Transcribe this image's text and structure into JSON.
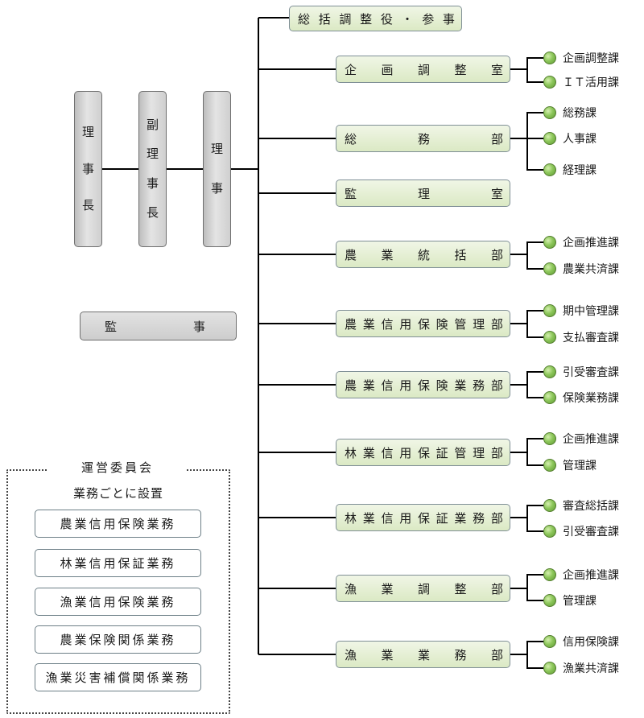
{
  "executives": {
    "chair": [
      "理",
      "事",
      "長"
    ],
    "vice_chair": [
      "副",
      "理",
      "事",
      "長"
    ],
    "director": [
      "理",
      "事"
    ]
  },
  "auditor": [
    "監",
    "事"
  ],
  "departments": [
    {
      "label": [
        "総",
        "括",
        "調",
        "整",
        "役",
        "・",
        "参",
        "事"
      ],
      "sections": []
    },
    {
      "label": [
        "企",
        "画",
        "調",
        "整",
        "室"
      ],
      "sections": [
        "企画調整課",
        "ＩＴ活用課"
      ]
    },
    {
      "label": [
        "総",
        "務",
        "部"
      ],
      "sections": [
        "総務課",
        "人事課",
        "経理課"
      ]
    },
    {
      "label": [
        "監",
        "理",
        "室"
      ],
      "sections": []
    },
    {
      "label": [
        "農",
        "業",
        "統",
        "括",
        "部"
      ],
      "sections": [
        "企画推進課",
        "農業共済課"
      ]
    },
    {
      "label": [
        "農",
        "業",
        "信",
        "用",
        "保",
        "険",
        "管",
        "理",
        "部"
      ],
      "sections": [
        "期中管理課",
        "支払審査課"
      ]
    },
    {
      "label": [
        "農",
        "業",
        "信",
        "用",
        "保",
        "険",
        "業",
        "務",
        "部"
      ],
      "sections": [
        "引受審査課",
        "保険業務課"
      ]
    },
    {
      "label": [
        "林",
        "業",
        "信",
        "用",
        "保",
        "証",
        "管",
        "理",
        "部"
      ],
      "sections": [
        "企画推進課",
        "管理課"
      ]
    },
    {
      "label": [
        "林",
        "業",
        "信",
        "用",
        "保",
        "証",
        "業",
        "務",
        "部"
      ],
      "sections": [
        "審査総括課",
        "引受審査課"
      ]
    },
    {
      "label": [
        "漁",
        "業",
        "調",
        "整",
        "部"
      ],
      "sections": [
        "企画推進課",
        "管理課"
      ]
    },
    {
      "label": [
        "漁",
        "業",
        "業",
        "務",
        "部"
      ],
      "sections": [
        "信用保険課",
        "漁業共済課"
      ]
    }
  ],
  "committee": {
    "title": "運営委員会",
    "subtitle": "業務ごとに設置",
    "items": [
      "農業信用保険業務",
      "林業信用保証業務",
      "漁業信用保険業務",
      "農業保険関係業務",
      "漁業災害補償関係業務"
    ]
  }
}
